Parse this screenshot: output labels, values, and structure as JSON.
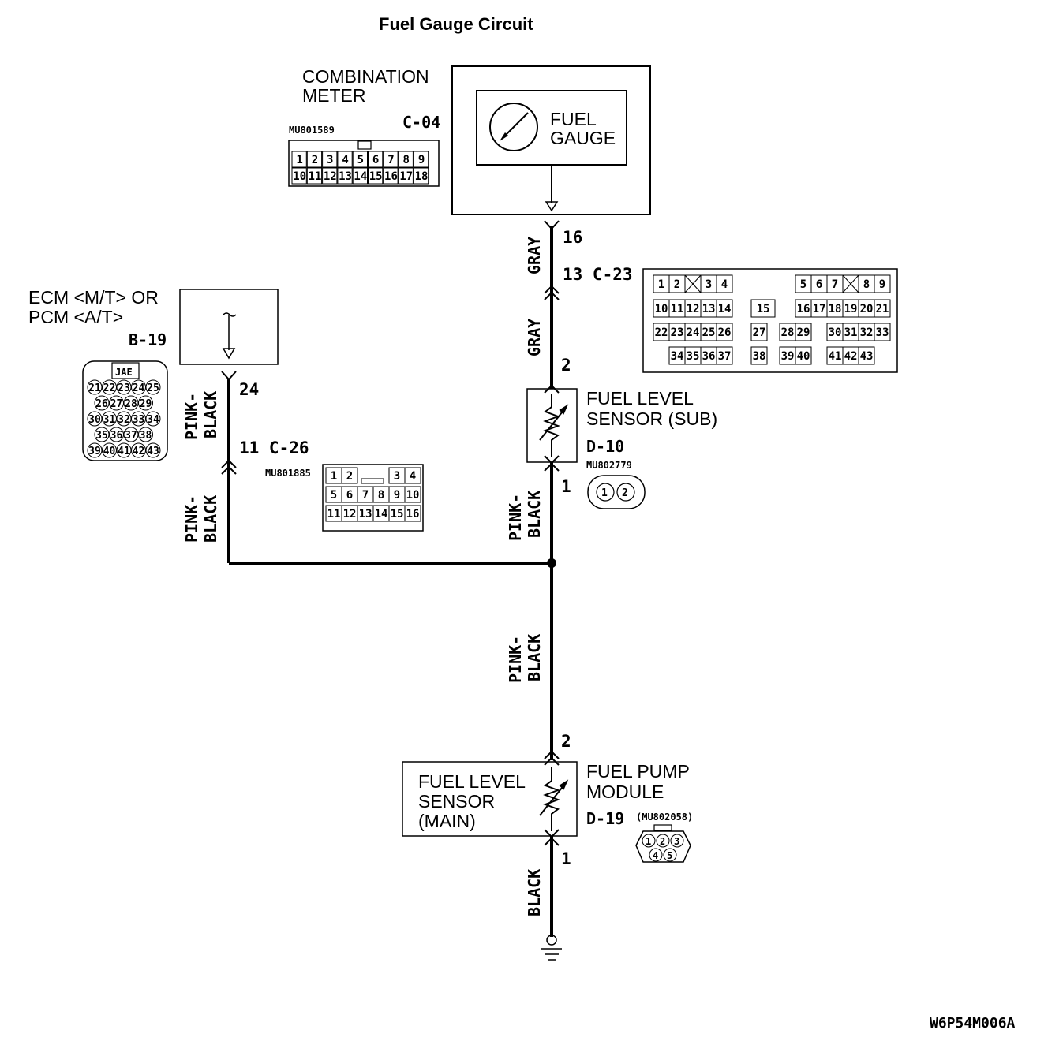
{
  "title": "Fuel Gauge Circuit",
  "figure_code": "W6P54M006A",
  "combination_meter": {
    "label_line1": "COMBINATION",
    "label_line2": "METER",
    "connector": "C-04",
    "part_no": "MU801589",
    "gauge_line1": "FUEL",
    "gauge_line2": "GAUGE",
    "pin": "16",
    "pins_row1": [
      "1",
      "2",
      "3",
      "4",
      "5",
      "6",
      "7",
      "8",
      "9"
    ],
    "pins_row2": [
      "10",
      "11",
      "12",
      "13",
      "14",
      "15",
      "16",
      "17",
      "18"
    ]
  },
  "junction_c23": {
    "label": "13 C-23",
    "rows": [
      [
        "1",
        "2",
        "",
        "3",
        "4",
        "",
        "5",
        "6",
        "7",
        "",
        "8",
        "9"
      ],
      [
        "10",
        "11",
        "12",
        "13",
        "14",
        "15",
        "16",
        "17",
        "18",
        "19",
        "20",
        "21"
      ],
      [
        "22",
        "23",
        "24",
        "25",
        "26",
        "27",
        "28",
        "29",
        "30",
        "31",
        "32",
        "33"
      ],
      [
        "34",
        "35",
        "36",
        "37",
        "38",
        "39",
        "40",
        "41",
        "42",
        "43"
      ]
    ]
  },
  "ecm": {
    "line1": "ECM <M/T> OR",
    "line2": "PCM <A/T>",
    "connector": "B-19",
    "maker": "JAE",
    "pin": "24",
    "rows": [
      [
        "21",
        "22",
        "23",
        "24",
        "25"
      ],
      [
        "26",
        "27",
        "28",
        "29"
      ],
      [
        "30",
        "31",
        "32",
        "33",
        "34"
      ],
      [
        "35",
        "36",
        "37",
        "38"
      ],
      [
        "39",
        "40",
        "41",
        "42",
        "43"
      ]
    ]
  },
  "junction_c26": {
    "label": "11 C-26",
    "part_no": "MU801885",
    "rows": [
      [
        "1",
        "2",
        "",
        "",
        "3",
        "4"
      ],
      [
        "5",
        "6",
        "7",
        "8",
        "9",
        "10"
      ],
      [
        "11",
        "12",
        "13",
        "14",
        "15",
        "16"
      ]
    ]
  },
  "fuel_sensor_sub": {
    "line1": "FUEL LEVEL",
    "line2": "SENSOR (SUB)",
    "connector": "D-10",
    "part_no": "MU802779",
    "pin_top": "2",
    "pin_bottom": "1",
    "pins": [
      "1",
      "2"
    ]
  },
  "fuel_pump_module": {
    "line1": "FUEL PUMP",
    "line2": "MODULE",
    "connector": "D-19",
    "part_no": "(MU802058)",
    "sensor_line1": "FUEL LEVEL",
    "sensor_line2": "SENSOR",
    "sensor_line3": "(MAIN)",
    "pin_top": "2",
    "pin_bottom": "1",
    "pins_top": [
      "1",
      "2",
      "3"
    ],
    "pins_bottom": [
      "4",
      "5"
    ]
  },
  "wires": {
    "gray": "GRAY",
    "pink": "PINK-",
    "black_suffix": "BLACK",
    "black": "BLACK"
  }
}
